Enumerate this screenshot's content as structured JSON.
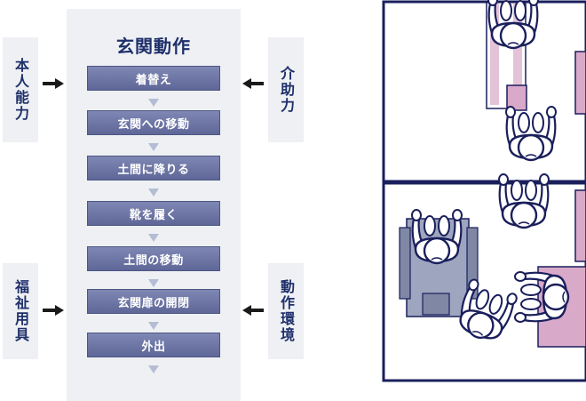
{
  "flow": {
    "title": "玄関動作",
    "steps": [
      "着替え",
      "玄関への移動",
      "土間に降りる",
      "靴を履く",
      "土間の移動",
      "玄関扉の開閉",
      "外出"
    ]
  },
  "factors": {
    "self_ability": "本人能力",
    "assistance": "介助力",
    "welfare_equipment": "福祉用具",
    "environment": "動作環境"
  },
  "colors": {
    "step_fill": "#6e77a6",
    "panel": "#eef0f3",
    "text_dark": "#1e2f6b",
    "illustration_line": "#1a1f5c",
    "device_fill": "#d9a9c9"
  }
}
